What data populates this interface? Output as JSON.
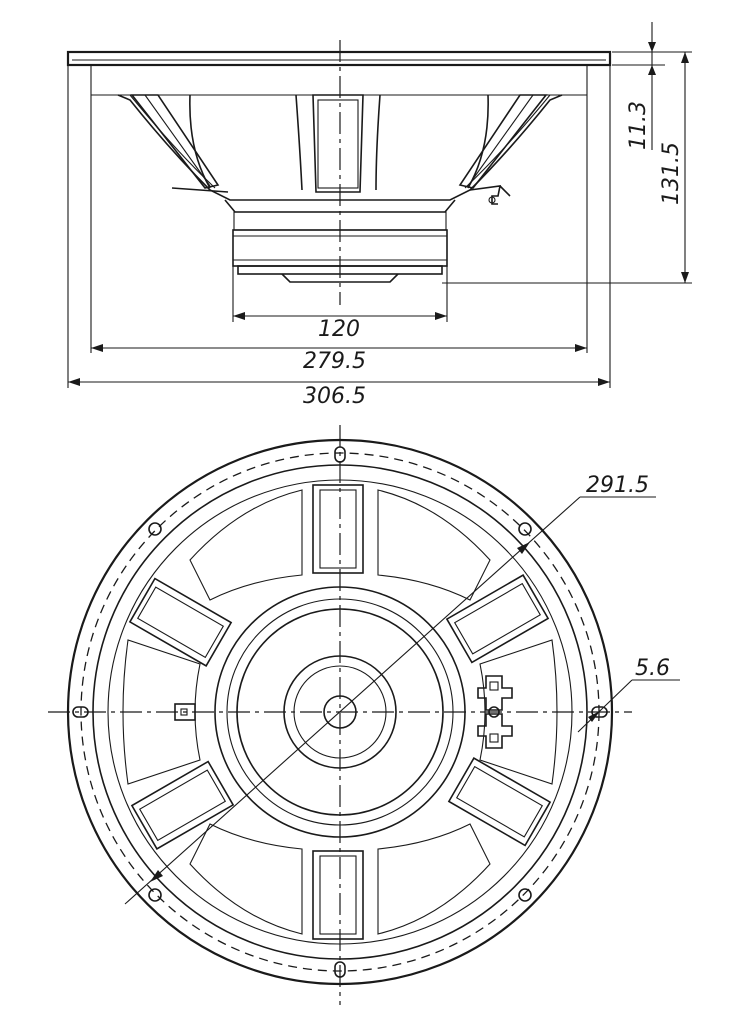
{
  "colors": {
    "line": "#1a1a1a",
    "background": "#ffffff"
  },
  "dimensions": {
    "flange_thickness": "11.3",
    "overall_depth": "131.5",
    "magnet_diameter": "120",
    "baffle_cutout": "279.5",
    "outer_diameter": "306.5",
    "bolt_circle": "291.5",
    "mounting_hole": "5.6"
  }
}
